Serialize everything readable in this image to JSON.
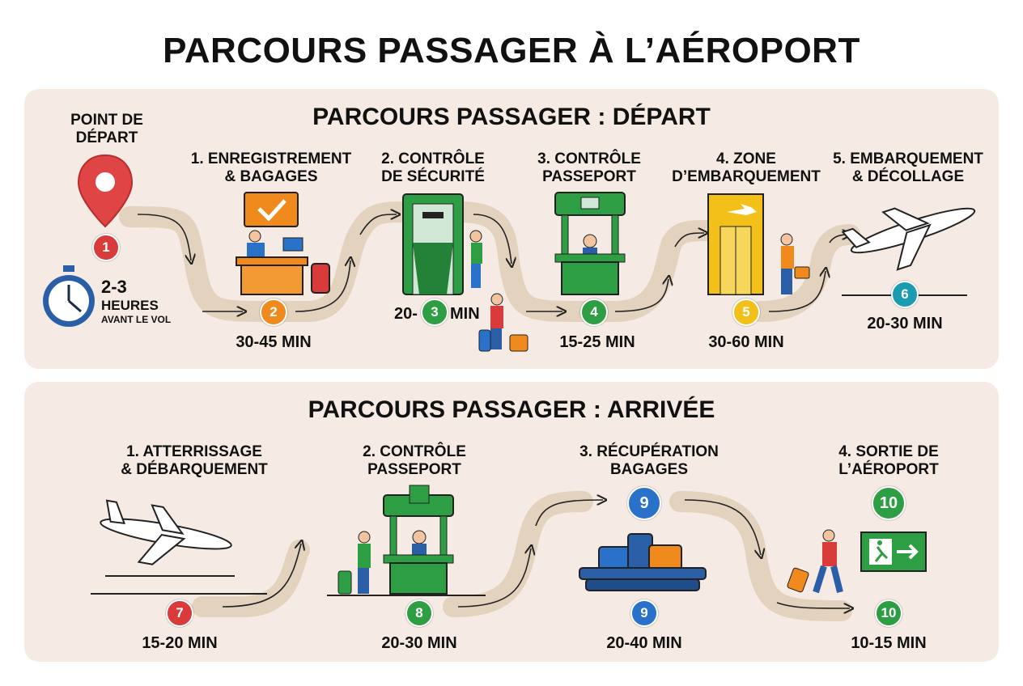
{
  "title": "PARCOURS PASSAGER À L’AÉROPORT",
  "colors": {
    "red": "#d93a3a",
    "orange": "#f08a1c",
    "green": "#2e9e44",
    "yellow": "#f2c018",
    "blue": "#2a72c9",
    "teal": "#1b9bb0",
    "path": "#e3d2bd",
    "panel": "#f5ebe4"
  },
  "departure": {
    "title": "PARCOURS PASSAGER : DÉPART",
    "start_label_1": "POINT DE",
    "start_label_2": "DÉPART",
    "start_badge": "1",
    "timer_value": "2-3",
    "timer_unit": "HEURES",
    "timer_note": "AVANT LE VOL",
    "steps": [
      {
        "line1": "1. ENREGISTREMENT",
        "line2": "& BAGAGES",
        "badge": "2",
        "duration": "30-45 MIN",
        "icon": "check-in-desk-icon"
      },
      {
        "line1": "2. CONTRÔLE",
        "line2": "DE SÉCURITÉ",
        "badge": "3",
        "duration_left": "20-",
        "duration_right": "MIN",
        "icon": "security-scanner-icon"
      },
      {
        "line1": "3. CONTRÔLE",
        "line2": "PASSEPORT",
        "badge": "4",
        "duration": "15-25 MIN",
        "icon": "passport-booth-icon"
      },
      {
        "line1": "4. ZONE",
        "line2": "D’EMBARQUEMENT",
        "badge": "5",
        "duration": "30-60 MIN",
        "icon": "boarding-gate-icon"
      },
      {
        "line1": "5. EMBARQUEMENT",
        "line2": "& DÉCOLLAGE",
        "badge": "6",
        "duration": "20-30 MIN",
        "icon": "plane-takeoff-icon"
      }
    ]
  },
  "arrival": {
    "title": "PARCOURS PASSAGER : ARRIVÉE",
    "steps": [
      {
        "line1": "1. ATTERRISSAGE",
        "line2": "& DÉBARQUEMENT",
        "badge": "7",
        "duration": "15-20 MIN",
        "icon": "plane-landing-icon"
      },
      {
        "line1": "2. CONTRÔLE",
        "line2": "PASSEPORT",
        "badge": "8",
        "duration": "20-30 MIN",
        "icon": "passport-booth-icon"
      },
      {
        "line1": "3. RÉCUPÉRATION",
        "line2": "BAGAGES",
        "badge": "9",
        "top_badge": "9",
        "duration": "20-40 MIN",
        "icon": "baggage-carousel-icon"
      },
      {
        "line1": "4. SORTIE DE",
        "line2": "L’AÉROPORT",
        "badge": "10",
        "top_badge": "10",
        "duration": "10-15 MIN",
        "icon": "exit-sign-icon"
      }
    ]
  }
}
